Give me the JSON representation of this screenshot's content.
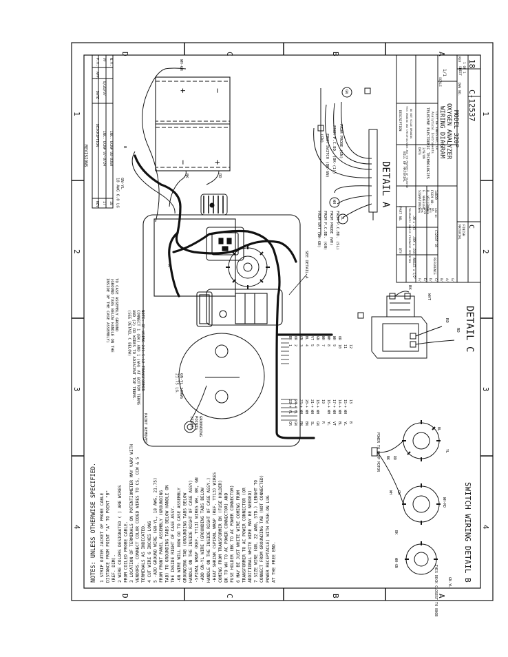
{
  "zones": {
    "top": [
      "D",
      "C",
      "B",
      "A"
    ],
    "bottom": [
      "D",
      "C",
      "B",
      "A"
    ],
    "right": [
      "1",
      "2",
      "3",
      "4"
    ],
    "left": [
      "1",
      "2",
      "3",
      "4"
    ]
  },
  "notes": {
    "header": "NOTES: UNLESS OTHERWISE SPECIFIED.",
    "lines": [
      "1  STRIP OUTER JACKET OF PROBE CABLE",
      "   DISTANCE FROM POINT \"A\" TO POINT \"B\"",
      "   (REF. DIM).",
      "2  WIRE COLORS DESIGNATED ( ) ARE WIRES",
      "   FROM COILED PROBE CABLE.",
      "3  LOCATION OF TERMINALS ON POTENTIOMETER MAY VARY WITH",
      "   VENDORS. CONNECT COLOR CODED WIRES TO CS, CCW & S",
      "   TERMINALS AS INDICATED.",
      "4  CUT WIRE 6 INCHES LONG",
      "5 -ADD GROUND WIRE (GN-YL, 18 AWG, 21.75)",
      "   FROM FRONT PANEL ASSEMBLY (GROUNDING",
      "   TAB) TO GROUNDING TABS BELOW HANDLE ON",
      "   THE INSIDE RIGHT OF CASE ASSY.",
      "  -GN WIRE WILL NOW GO TO CASE ASSEMBLY",
      "   GROUNDING TAB (GROUNDING TABS BELOW",
      "   HANDLE ON THE INSIDE  RIGHT OF CASE ASSY)",
      "  -SPIRAL WRAP (REF. TT13) WIRES WH, BK, GN",
      "  -ADD GN-YL WIRE (GROUNDING TABS BELOW",
      "   HANDLE ON THE INSIDE RIGHT OF CASE ASSY.)",
      "  -HEAT SHRINK (SPIRAL WRAP (REF. TT13) WIRES",
      "   COMING FROM TRANSFORMER BK (FUSE HOLDER)",
      "   BK TO WH TO AC POWER CONNECTOR) AND",
      "   FUSE HOLDER (BK TO AC POWER CONNECTOR)",
      "6  MAY BE JUST WHITE WIRE COMING FROM",
      "   TRANSFORMER TO AC POWER CONNECTOR (OR",
      "   ADDITIONAL WHITE WIRE MAY BE NEEDED)",
      "7  SIZE WIRE (GN, 22 AWG, STD.) LENGHT TO",
      "   CONNECT FROM GROUNDING TAB (NOT CONNECTED)",
      "   POWER RECEPTACLE) WITH PUSH-ON LUG",
      "   AT THE FREE END."
    ]
  },
  "revisions": {
    "title": "REVISIONS",
    "headers": [
      "REV",
      "DESCRIPTION",
      "DATE",
      "APP.",
      "P.V."
    ],
    "rows": [
      [
        "17",
        "INC. ECN# 97-0724",
        "8/28/97",
        "",
        "VF"
      ],
      [
        "18",
        "INC. ECN# 98-0360",
        "",
        "",
        "N.V."
      ]
    ]
  },
  "battery": {
    "plus": "+",
    "minus": "−",
    "wire_top": "WH-GN",
    "wire_bk": "BK",
    "wire_rd": "RD"
  },
  "labels": {
    "gnyl_wire": "GN-YL\n18 AWG 6.0 LG",
    "case_ground": "TO CASE ASSEMBLY GROUND\n(GROUND TABS BELOW HANDLE ON THE\nINSIDE OF THE CASE ASSEMBLY)",
    "transformer_note": "NOTE: IF USING 241-5-12 TRANSFORMER\nCONNECT 1 (BK) AND 1 (WH) AT BOTTOM TERMS\nAND (2) RD WIRES TO ADJACENT TOP TERMS.\n(SEE DETAIL C BELOW)",
    "paint_removed": "PAINT REMOVED",
    "grounding_points": "GROUNDING\nPOINTS\n(TABS)",
    "gnyl_long": "GN-YL 18AWG\n21.75 LG.",
    "see_detail_a": "SEE DETAIL A",
    "point_a": "A",
    "point_b": "B"
  },
  "terminal_block": {
    "left": [
      "BK",
      "OR",
      "GN",
      "BL",
      "VT",
      "GN",
      "WH",
      "WH",
      "WH",
      "OR"
    ],
    "left_nums": [
      "1",
      "2",
      "3",
      "4",
      "5",
      "6",
      "7",
      "8",
      "9",
      "10",
      "11",
      "12"
    ],
    "right": [
      "22-+ YL",
      "24-+ YL",
      "23-+ WH",
      "20-+ WH",
      "21-+ WH",
      "18-+ WH",
      "19",
      "16-+ WH",
      "17-+ WH",
      "14-+ WH",
      "15-+ WH",
      "13"
    ],
    "right_col": [
      "OR",
      "GN",
      "BN",
      "BN",
      "SL",
      "GN",
      "R",
      "YL",
      "VT",
      "BL",
      "YL",
      "B"
    ]
  },
  "detail_a": {
    "title": "DETAIL A",
    "labels": [
      "(GN)",
      "FROM SWITCH (BK-GN)",
      "FROM P.C.BD. (BK-(1))",
      "FROM PROBE (GN)",
      "FROM BAT (WH-GN)",
      "FROM P.C.BD. (GN)",
      "FROM PROBE (WH)",
      "FROM P.C.BD. (SL)"
    ],
    "circle_gn": "GN",
    "circle_wh": "WH",
    "circle_sl": "SL"
  },
  "detail_b": {
    "title": "SWITCH WIRING DETAIL B",
    "labels": [
      "POWER TO PUMP MOTOR",
      "BK",
      "RD",
      "WH",
      "GN",
      "BK",
      "YL",
      "BL",
      "WH-RD",
      "THIS DECK CLOSEST TO KNOB",
      "WH-GN",
      "GN-YL"
    ]
  },
  "detail_c": {
    "title": "DETAIL C",
    "labels": [
      "BK",
      "WHT",
      "RD",
      "RD"
    ]
  },
  "title_block": {
    "company": "TELEDYNE ELECTRONIC TECHNOLOGIES",
    "division": "Analytical Instruments",
    "address": "CITY OF INDUSTRY, CA",
    "title_line1": "WIRING DIAGRAM",
    "title_line2": "OXYGEN ANALYZER",
    "title_line3": "MODEL 320P",
    "size": "C",
    "drawing_no": "C-12537",
    "rev": "18",
    "scale_label": "SCALE",
    "scale": "1/1",
    "sheet_label": "SHEET",
    "sheet": "1 OF 1",
    "dwg_no_label": "DWG NO.",
    "rev_label": "REV",
    "material": "MATERIAL",
    "finish": "FINISH",
    "signatures": "SIGNATURES",
    "date": "DATE",
    "drawn_by": "E. WHEELER",
    "drawn_date": "2/6/89",
    "checked": "R. VELLENGA",
    "approved": "",
    "cad_id": "C12537-18",
    "qty_header": "QTY",
    "part_no_header": "PART NO.",
    "description_header": "DESCRIPTION",
    "bill_of_material": "BILL OF MATERIAL",
    "tolerances": "TOLERANCES UNLESS OTHERWISE SPECIFIED",
    "dims": [
      ".XX ± .03",
      ".XXX ± .010",
      "ANGLES ± 1/2°"
    ],
    "proprietary": "THIS DRAWING AND SPECIFICATIONS ARE THE PROPERTY OF TELEDYNE",
    "do_not_scale": "DO NOT SCALE DRAWING",
    "rows": [
      "DRN",
      "CHK",
      "APVD",
      "ENGR",
      "MFG",
      "QA",
      "CAD ID"
    ],
    "codes": [
      "FSCM NO.",
      "14839"
    ],
    "reference": "REFERENCE",
    "letters": [
      "F/",
      "E/",
      "D/",
      "C/",
      "B/",
      "A/",
      "G/"
    ]
  }
}
